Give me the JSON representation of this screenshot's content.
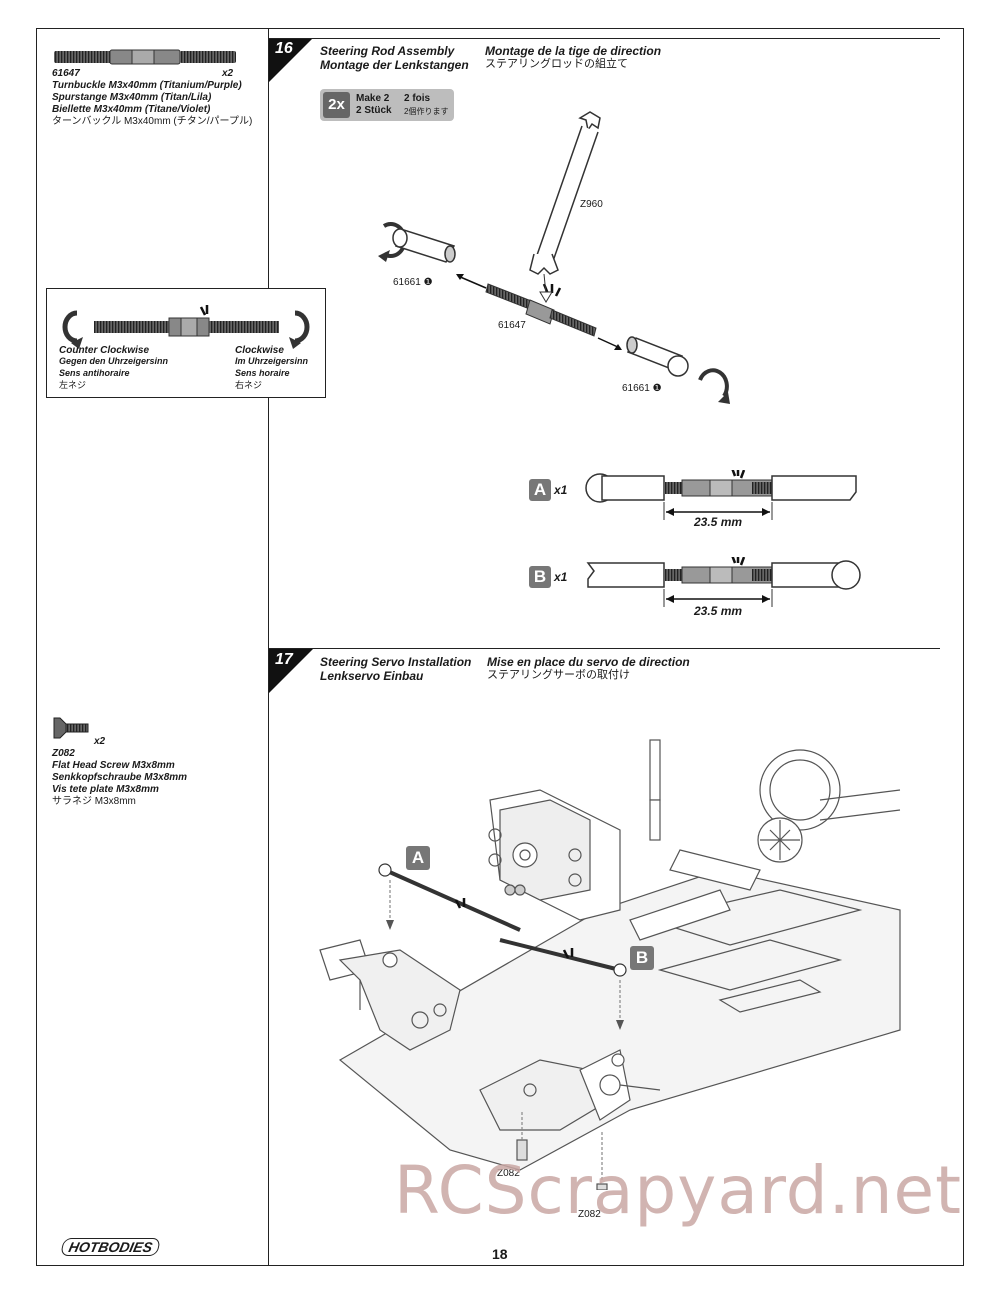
{
  "left_parts": {
    "turnbuckle": {
      "part_no": "61647",
      "qty": "x2",
      "lines": [
        "Turnbuckle M3x40mm (Titanium/Purple)",
        "Spurstange M3x40mm (Titan/Lila)",
        "Biellette M3x40mm (Titane/Violet)",
        "ターンバックル M3x40mm (チタン/パープル)"
      ]
    },
    "thread_legend": {
      "ccw": [
        "Counter Clockwise",
        "Gegen den Uhrzeigersinn",
        "Sens antihoraire",
        "左ネジ"
      ],
      "cw": [
        "Clockwise",
        "Im Uhrzeigersinn",
        "Sens horaire",
        "右ネジ"
      ]
    },
    "screw": {
      "part_no": "Z082",
      "qty": "x2",
      "lines": [
        "Flat Head Screw M3x8mm",
        "Senkkopfschraube M3x8mm",
        "Vis tete plate M3x8mm",
        "サラネジ M3x8mm"
      ]
    }
  },
  "step16": {
    "number": "16",
    "title_en": "Steering Rod Assembly",
    "title_de": "Montage der Lenkstangen",
    "title_fr": "Montage de la tige de direction",
    "title_jp": "ステアリングロッドの組立て",
    "make": {
      "badge": "2x",
      "en": "Make 2",
      "de": "2 Stück",
      "fr": "2 fois",
      "jp": "2個作ります"
    },
    "labels": {
      "wrench": "Z960",
      "end_left": "61661",
      "end_right": "61661",
      "rod": "61647"
    },
    "variants": [
      {
        "letter": "A",
        "qty": "x1",
        "dim": "23.5 mm"
      },
      {
        "letter": "B",
        "qty": "x1",
        "dim": "23.5 mm"
      }
    ]
  },
  "step17": {
    "number": "17",
    "title_en": "Steering Servo Installation",
    "title_de": "Lenkservo Einbau",
    "title_fr": "Mise en place du servo de direction",
    "title_jp": "ステアリングサーボの取付け",
    "labels": {
      "a": "A",
      "b": "B",
      "screw1": "Z082",
      "screw2": "Z082"
    }
  },
  "footer": {
    "logo": "HOTBODIES",
    "page": "18",
    "watermark": "RCScrapyard.net"
  }
}
